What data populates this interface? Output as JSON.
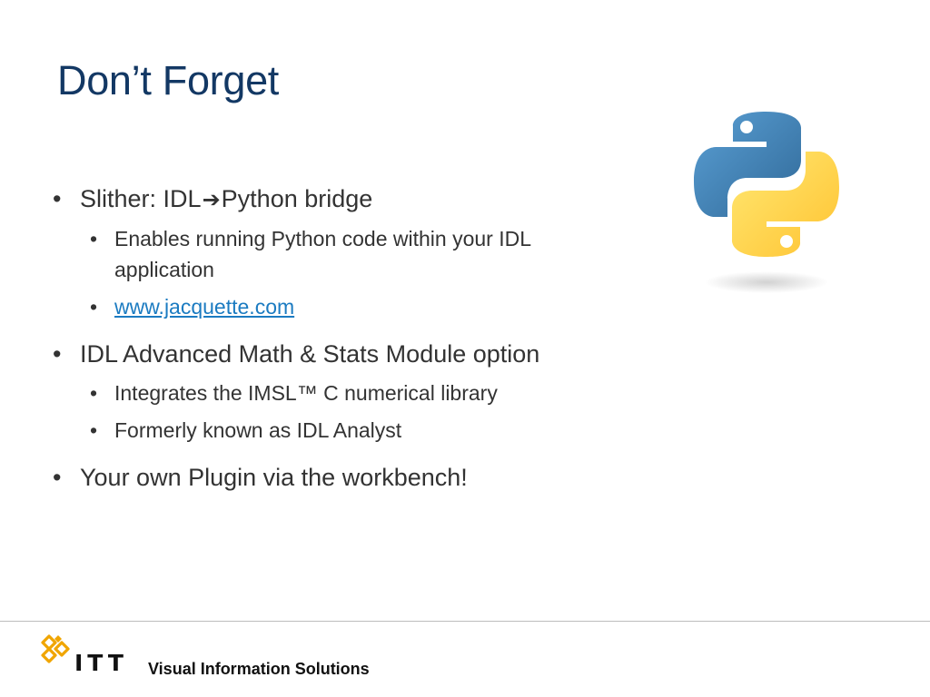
{
  "slide": {
    "title": "Don’t Forget"
  },
  "bullet_char": "•",
  "bullets": [
    {
      "text_before": "Slither: IDL",
      "arrow": "➔",
      "text_after": "Python bridge",
      "sub": [
        {
          "text": "Enables running Python code within your IDL application"
        },
        {
          "link": "www.jacquette.com"
        }
      ]
    },
    {
      "text": "IDL Advanced Math & Stats Module option",
      "sub": [
        {
          "text": "Integrates the IMSL™ C numerical library"
        },
        {
          "text": "Formerly known as IDL Analyst"
        }
      ]
    },
    {
      "text": "Your own Plugin via the workbench!"
    }
  ],
  "image": {
    "icon": "python-logo-icon"
  },
  "footer": {
    "brand": "ITT",
    "tagline": "Visual Information Solutions",
    "logo_icon": "itt-logo-icon"
  },
  "colors": {
    "title": "#133864",
    "body_text": "#333333",
    "link": "#1b7bc1",
    "python_blue": "#3f77ac",
    "python_yellow": "#fdd23e",
    "itt_logo": "#f0a500"
  }
}
